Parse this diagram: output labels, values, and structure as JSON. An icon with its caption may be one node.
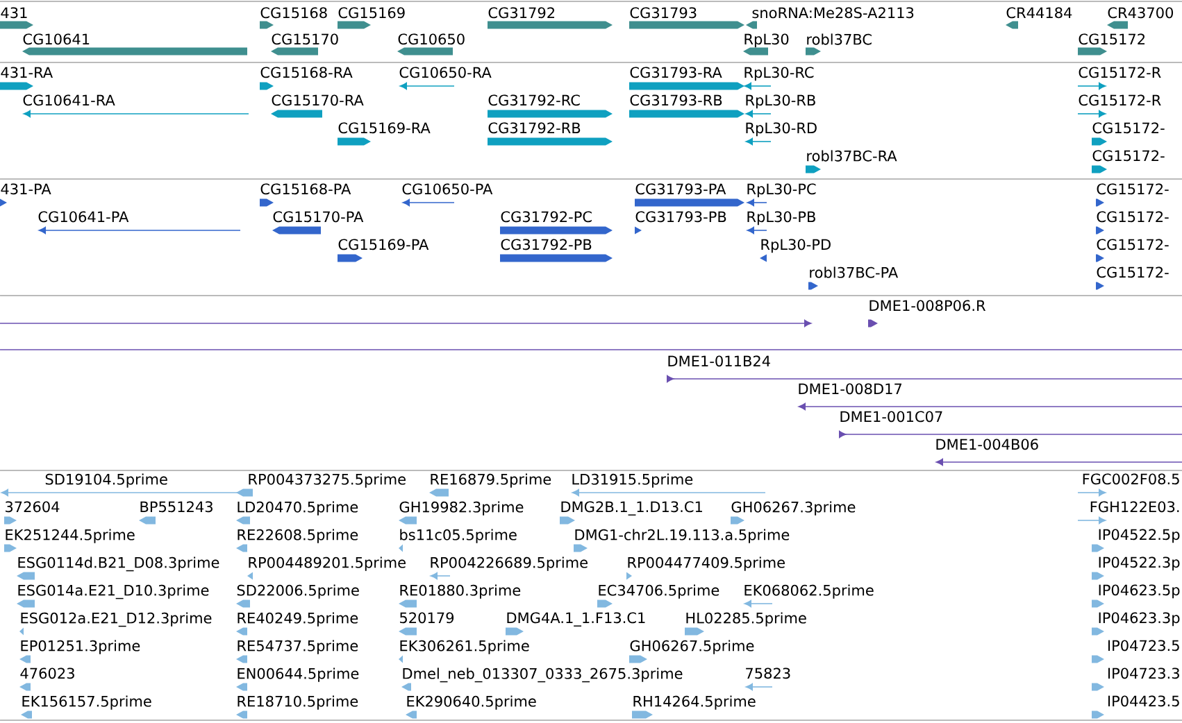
{
  "diagram": {
    "labels": [
      "431",
      "CG15168",
      "CG15169",
      "CG31792",
      "CG31793",
      "snoRNA:Me28S-A2113",
      "CR44184",
      "CR43700",
      "CG10641",
      "CG15170",
      "CG10650",
      "RpL30",
      "robl37BC",
      "CG15172",
      "431-RA",
      "CG15168-RA",
      "CG10650-RA",
      "CG31793-RA",
      "RpL30-RC",
      "CG15172-R",
      "CG10641-RA",
      "CG15170-RA",
      "CG31792-RC",
      "CG31793-RB",
      "RpL30-RB",
      "CG15172-R",
      "CG15169-RA",
      "CG31792-RB",
      "RpL30-RD",
      "CG15172-",
      "robl37BC-RA",
      "CG15172-",
      "431-PA",
      "CG15168-PA",
      "CG10650-PA",
      "CG31793-PA",
      "RpL30-PC",
      "CG15172-",
      "CG10641-PA",
      "CG15170-PA",
      "CG31792-PC",
      "CG31793-PB",
      "RpL30-PB",
      "CG15172-",
      "CG15169-PA",
      "CG31792-PB",
      "RpL30-PD",
      "CG15172-",
      "robl37BC-PA",
      "CG15172-",
      "DME1-008P06.R",
      "DME1-011B24",
      "DME1-008D17",
      "DME1-001C07",
      "DME1-004B06",
      "SD19104.5prime",
      "RP004373275.5prime",
      "RE16879.5prime",
      "LD31915.5prime",
      "FGC002F08.5",
      "372604",
      "BP551243",
      "LD20470.5prime",
      "GH19982.3prime",
      "DMG2B.1_1.D13.C1",
      "GH06267.3prime",
      "FGH122E03.",
      "EK251244.5prime",
      "RE22608.5prime",
      "bs11c05.5prime",
      "DMG1-chr2L.19.113.a.5prime",
      "IP04522.5p",
      "ESG0114d.B21_D08.3prime",
      "RP004489201.5prime",
      "RP004226689.5prime",
      "RP004477409.5prime",
      "IP04522.3p",
      "ESG014a.E21_D10.3prime",
      "SD22006.5prime",
      "RE01880.3prime",
      "EC34706.5prime",
      "EK068062.5prime",
      "IP04623.5p",
      "ESG012a.E21_D12.3prime",
      "RE40249.5prime",
      "520179",
      "DMG4A.1_1.F13.C1",
      "HL02285.5prime",
      "IP04623.3p",
      "EP01251.3prime",
      "RE54737.5prime",
      "EK306261.5prime",
      "GH06267.5prime",
      "IP04723.5",
      "476023",
      "EN00644.5prime",
      "Dmel_neb_013307_0333_2675.3prime",
      "75823",
      "IP04723.3",
      "EK156157.5prime",
      "RE18710.5prime",
      "EK290640.5prime",
      "RH14264.5prime",
      "IP04423.5"
    ]
  }
}
